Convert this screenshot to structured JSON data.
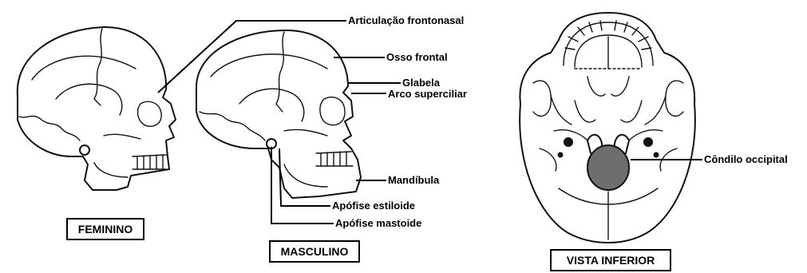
{
  "captions": {
    "female": "FEMININO",
    "male": "MASCULINO",
    "inferior": "VISTA INFERIOR"
  },
  "labels": {
    "frontonasal": "Articulação frontonasal",
    "frontal": "Osso frontal",
    "glabela": "Glabela",
    "arco": "Arco superciliar",
    "mandibula": "Mandíbula",
    "estiloide": "Apófise estiloide",
    "mastoide": "Apófise mastoide",
    "condilo": "Côndilo occipital"
  }
}
